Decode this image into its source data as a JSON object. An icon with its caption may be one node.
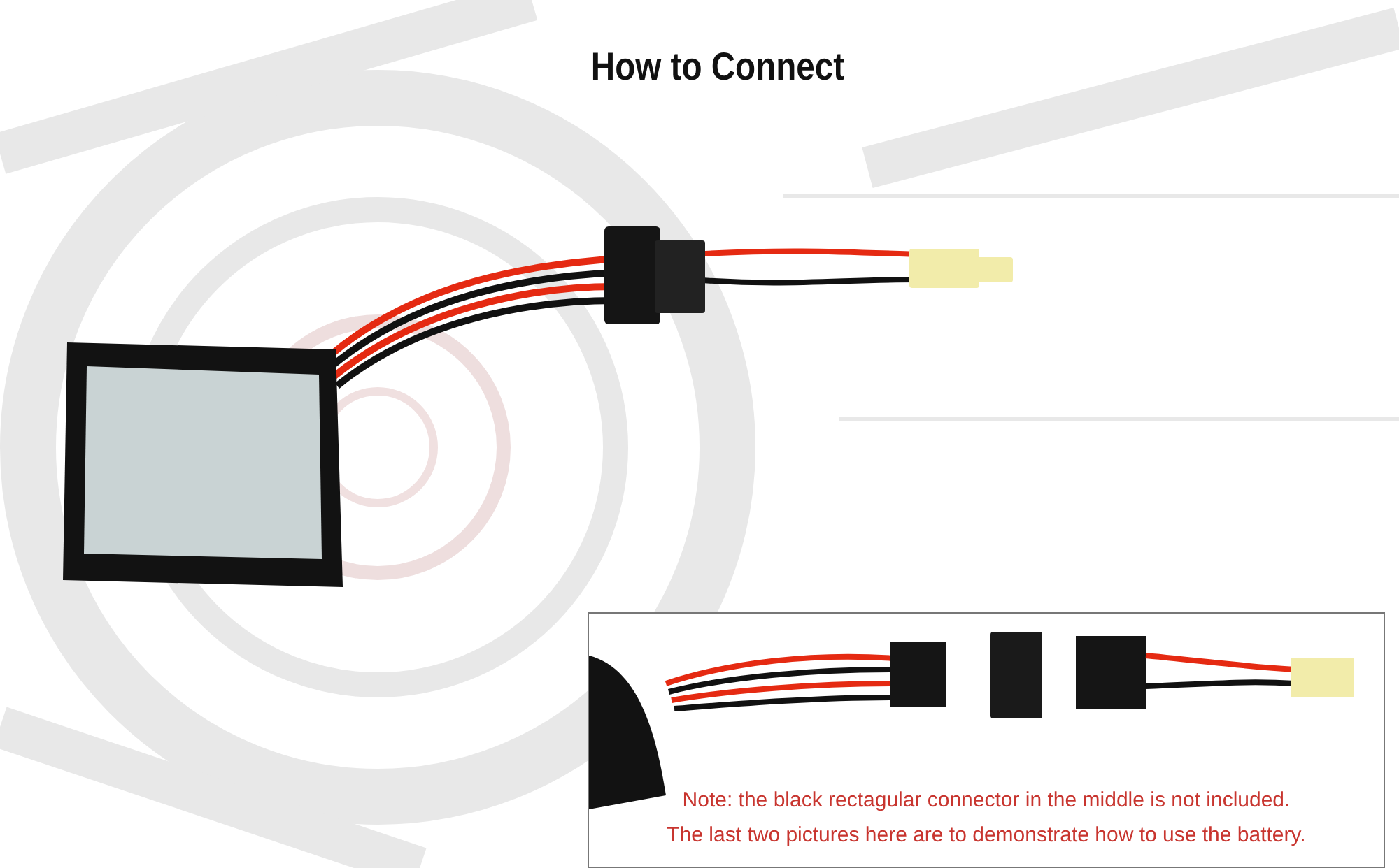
{
  "diagram": {
    "title": "How to Connect",
    "labels": [
      "Note: the black rectagular connector in the middle is not included.",
      "The last two pictures here are to demonstrate how to use the battery."
    ]
  }
}
